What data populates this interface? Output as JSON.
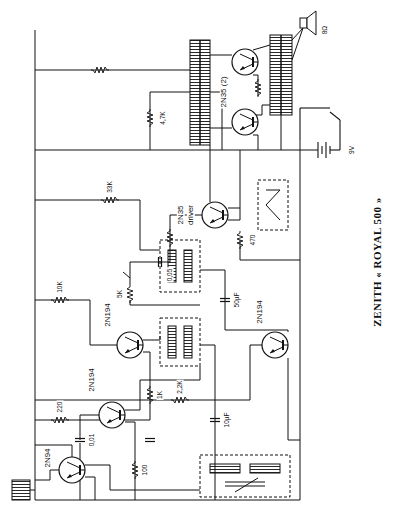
{
  "diagram": {
    "title": "ZENITH « ROYAL 500 »",
    "labels": [
      "2N35 (2)",
      "2N35",
      "driver",
      "2N194",
      "2N194",
      "2N94",
      "2N194",
      "4,7K",
      "470",
      "0,05",
      "10K",
      "220",
      "5K",
      "1K",
      "33K",
      "100",
      "10µF",
      "50µF",
      "0,01",
      "2,2K",
      "8Ω",
      "9V"
    ]
  }
}
